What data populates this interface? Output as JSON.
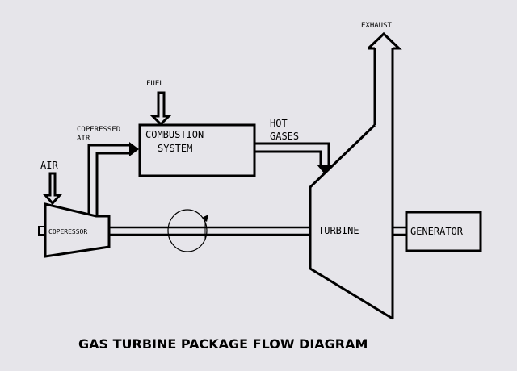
{
  "diagram": {
    "title": "GAS TURBINE PACKAGE FLOW DIAGRAM",
    "labels": {
      "exhaust": "EXHAUST",
      "fuel": "FUEL",
      "compressed_air_line1": "COPERESSED",
      "compressed_air_line2": "AIR",
      "combustion_line1": "COMBUSTION",
      "combustion_line2": "SYSTEM",
      "hot_gases_line1": "HOT",
      "hot_gases_line2": "GASES",
      "air": "AIR",
      "compressor": "COPERESSOR",
      "turbine": "TURBINE",
      "generator": "GENERATOR"
    }
  }
}
